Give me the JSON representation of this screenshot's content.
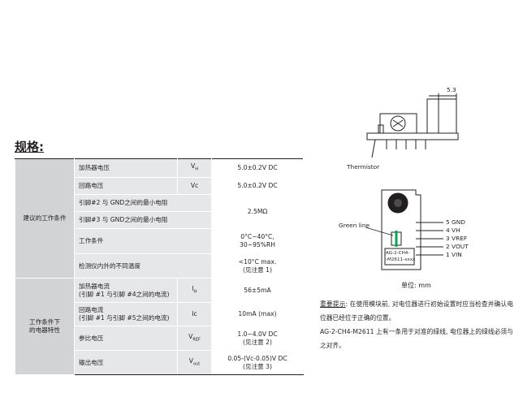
{
  "section_title": "规格:",
  "spec_table": {
    "group1": "建议的工作条件",
    "group2": "工作条件下\n的电器特性",
    "rows": {
      "heater_voltage": {
        "param": "加热器电压",
        "symbol": "VH",
        "value": "5.0±0.2V DC"
      },
      "circuit_voltage": {
        "param": "回路电压",
        "symbol": "Vc",
        "value": "5.0±0.2V DC"
      },
      "pin2_resistor": {
        "param": "引脚#2 与 GND之间的最小电阻"
      },
      "pin3_resistor": {
        "param": "引脚#3 与 GND之间的最小电阻"
      },
      "min_resistance_value": "2.5MΩ",
      "operating_conditions": {
        "param": "工作条件",
        "value": "0°C~40°C,\n30~95%RH"
      },
      "temp_variation": {
        "param": "检测仪内外的不同温度",
        "value": "<10°C max.\n(见注意 1)"
      },
      "heater_current": {
        "param": "加热器电流\n(引脚 #1 与引脚 #4之间的电流)",
        "symbol": "IH",
        "value": "56±5mA"
      },
      "circuit_current": {
        "param": "回路电流\n(引脚 #1 与引脚 #5之间的电流)",
        "symbol": "Ic",
        "value": "10mA (max)"
      },
      "ref_voltage": {
        "param": "参比电压",
        "symbol": "VREF",
        "value": "1.0~4.0V DC\n(见注意 2)"
      },
      "output_voltage": {
        "param": "输出电压",
        "symbol": "Vout",
        "value": "0.05-(Vc-0.05)V DC\n(见注意 3)"
      }
    }
  },
  "diagram": {
    "dimension": "5.3",
    "thermistor_label": "Thermistor",
    "green_line_label": "Green line",
    "module_label_1": "AG-2-CH4-",
    "module_label_2": "-M2611-xxxx",
    "pins": [
      "5 GND",
      "4 VH",
      "3 VREF",
      "2 VOUT",
      "1 VIN"
    ],
    "unit": "单位: mm"
  },
  "note": {
    "title": "重要提示",
    "text_1": ": 在使用模块前, 对电位器进行初始设置时应当检查并确认电位器已经位于正确的位置。",
    "text_2": "AG-2-CH4-M2611 上有一条用于对准的绿线, 电位器上的绿线必须与之对齐。"
  },
  "colors": {
    "group_bg": "#d1d3d4",
    "cell_bg": "#e6e7e8",
    "green_line": "#00a651"
  }
}
